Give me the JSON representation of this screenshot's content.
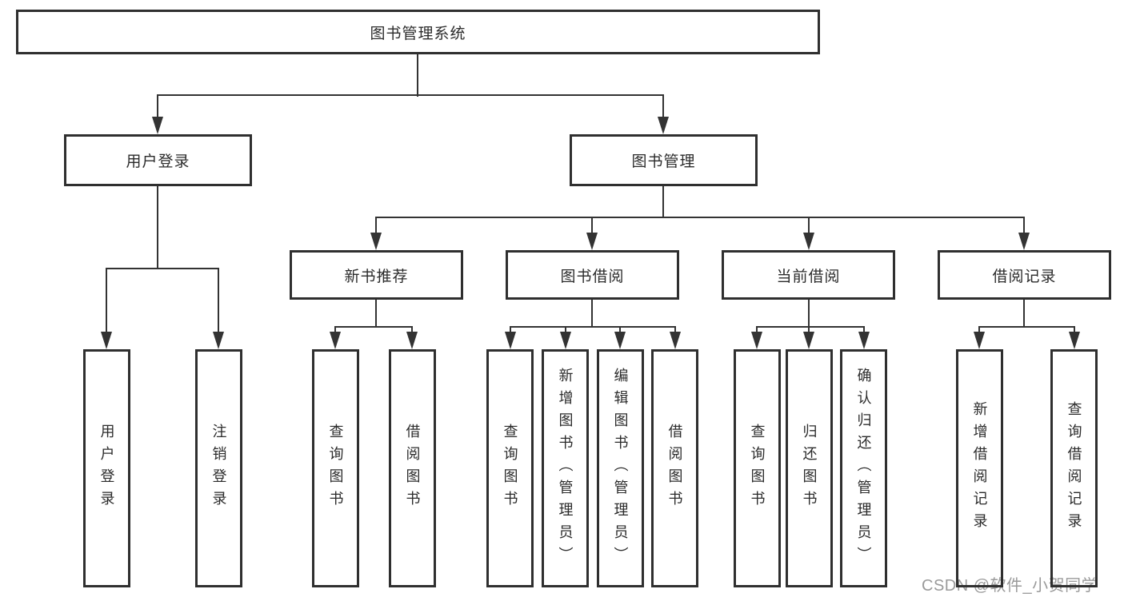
{
  "diagram": {
    "title": "图书管理系统",
    "root": "图书管理系统",
    "branches": [
      {
        "label": "用户登录",
        "children": [
          "用户登录",
          "注销登录"
        ]
      },
      {
        "label": "图书管理",
        "children": [
          {
            "label": "新书推荐",
            "children": [
              "查询图书",
              "借阅图书"
            ]
          },
          {
            "label": "图书借阅",
            "children": [
              "查询图书",
              "新增图书（管理员）",
              "编辑图书（管理员）",
              "借阅图书"
            ]
          },
          {
            "label": "当前借阅",
            "children": [
              "查询图书",
              "归还图书",
              "确认归还（管理员）"
            ]
          },
          {
            "label": "借阅记录",
            "children": [
              "新增借阅记录",
              "查询借阅记录"
            ]
          }
        ]
      }
    ]
  },
  "watermark": "CSDN @软件_小贺同学",
  "colors": {
    "line": "#333333",
    "box_border": "#2f2f2f",
    "text": "#2b2b2b",
    "watermark": "#9a9a9a",
    "background": "#ffffff"
  }
}
